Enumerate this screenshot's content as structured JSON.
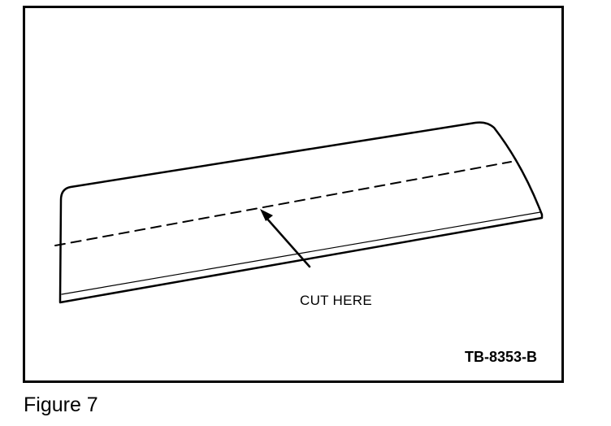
{
  "figure": {
    "caption": "Figure 7",
    "drawing_id": "TB-8353-B",
    "callout": "CUT HERE"
  }
}
